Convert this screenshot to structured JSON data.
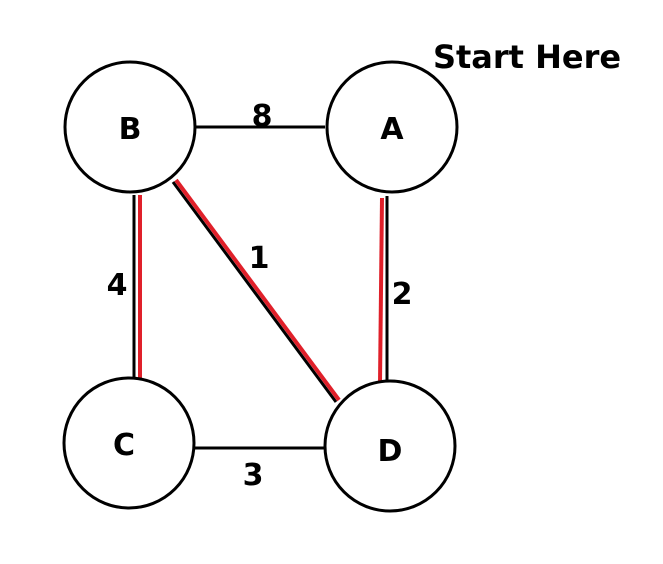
{
  "note": "Start Here",
  "colors": {
    "edge": "#000000",
    "highlight": "#e0202a",
    "node_fill": "#ffffff",
    "node_stroke": "#000000"
  },
  "nodes": [
    {
      "id": "A",
      "label": "A"
    },
    {
      "id": "B",
      "label": "B"
    },
    {
      "id": "C",
      "label": "C"
    },
    {
      "id": "D",
      "label": "D"
    }
  ],
  "edges": [
    {
      "id": "B-A",
      "from": "B",
      "to": "A",
      "weight": "8",
      "highlighted": false
    },
    {
      "id": "A-D",
      "from": "A",
      "to": "D",
      "weight": "2",
      "highlighted": true
    },
    {
      "id": "B-C",
      "from": "B",
      "to": "C",
      "weight": "4",
      "highlighted": true
    },
    {
      "id": "B-D",
      "from": "B",
      "to": "D",
      "weight": "1",
      "highlighted": true
    },
    {
      "id": "C-D",
      "from": "C",
      "to": "D",
      "weight": "3",
      "highlighted": false
    }
  ]
}
